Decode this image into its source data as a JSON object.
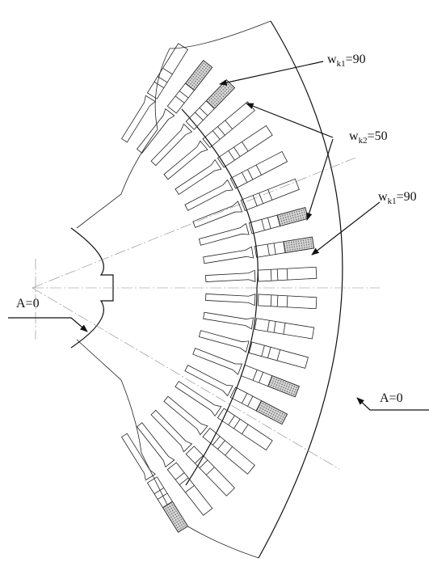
{
  "labels": {
    "wk1_top": {
      "main": "w",
      "sub": "k1",
      "value": "=90"
    },
    "wk2": {
      "main": "w",
      "sub": "k2",
      "value": "=50"
    },
    "wk1_right": {
      "main": "w",
      "sub": "k1",
      "value": "=90"
    },
    "a_left": "A=0",
    "a_right": "A=0"
  },
  "colors": {
    "line": "#111111",
    "hatch": "#777777",
    "centerline": "#888888"
  }
}
